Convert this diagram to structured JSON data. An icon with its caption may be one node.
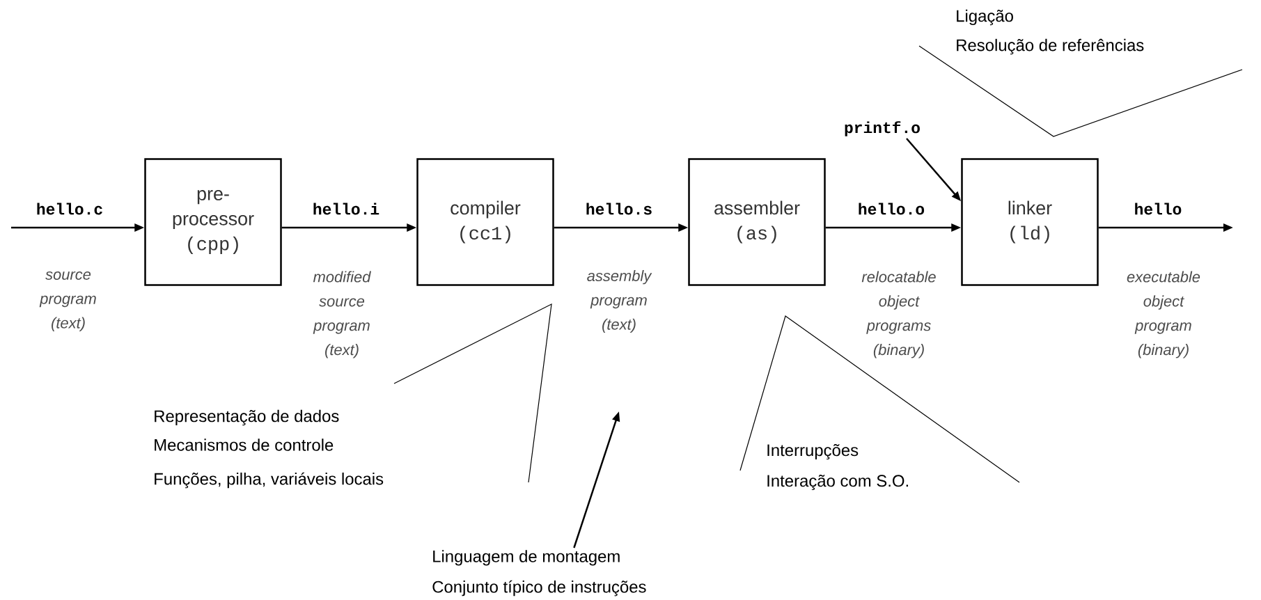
{
  "diagram": {
    "nodes": [
      {
        "text": [
          "pre- processor",
          "(cpp)"
        ]
      },
      {
        "text": [
          "compiler",
          "(cc1)"
        ]
      },
      {
        "text": [
          "assembler",
          "(as)"
        ]
      },
      {
        "text": [
          "linker",
          "(ld)"
        ]
      },
      {
        "text": [
          "printf.o"
        ]
      },
      {
        "text": [
          "Linguagem de montagem",
          "Conjunto típico de instruções"
        ]
      }
    ],
    "edges": [
      {
        "from": null,
        "to": 0,
        "arrow": "to",
        "label": "hello.c"
      },
      {
        "from": 0,
        "to": 1,
        "arrow": "to",
        "label": "hello.i"
      },
      {
        "from": 1,
        "to": 2,
        "arrow": "to",
        "label": "hello.s"
      },
      {
        "from": 2,
        "to": 3,
        "arrow": "to",
        "label": "hello.o"
      },
      {
        "from": 3,
        "to": null,
        "arrow": "to",
        "label": "hello"
      },
      {
        "from": 4,
        "to": 3,
        "arrow": "to"
      },
      {
        "from": 5,
        "to": null,
        "arrow": "to"
      }
    ],
    "labels": [
      "Ligação",
      "Resolução de referências",
      "source program (text)",
      "modified source program (text)",
      "assembly program (text)",
      "relocatable object programs (binary)",
      "executable object program (binary)",
      "Representação de dados",
      "Mecanismos de controle",
      "Funções, pilha, variáveis locais",
      "Interrupções",
      "Interação com S.O."
    ]
  }
}
